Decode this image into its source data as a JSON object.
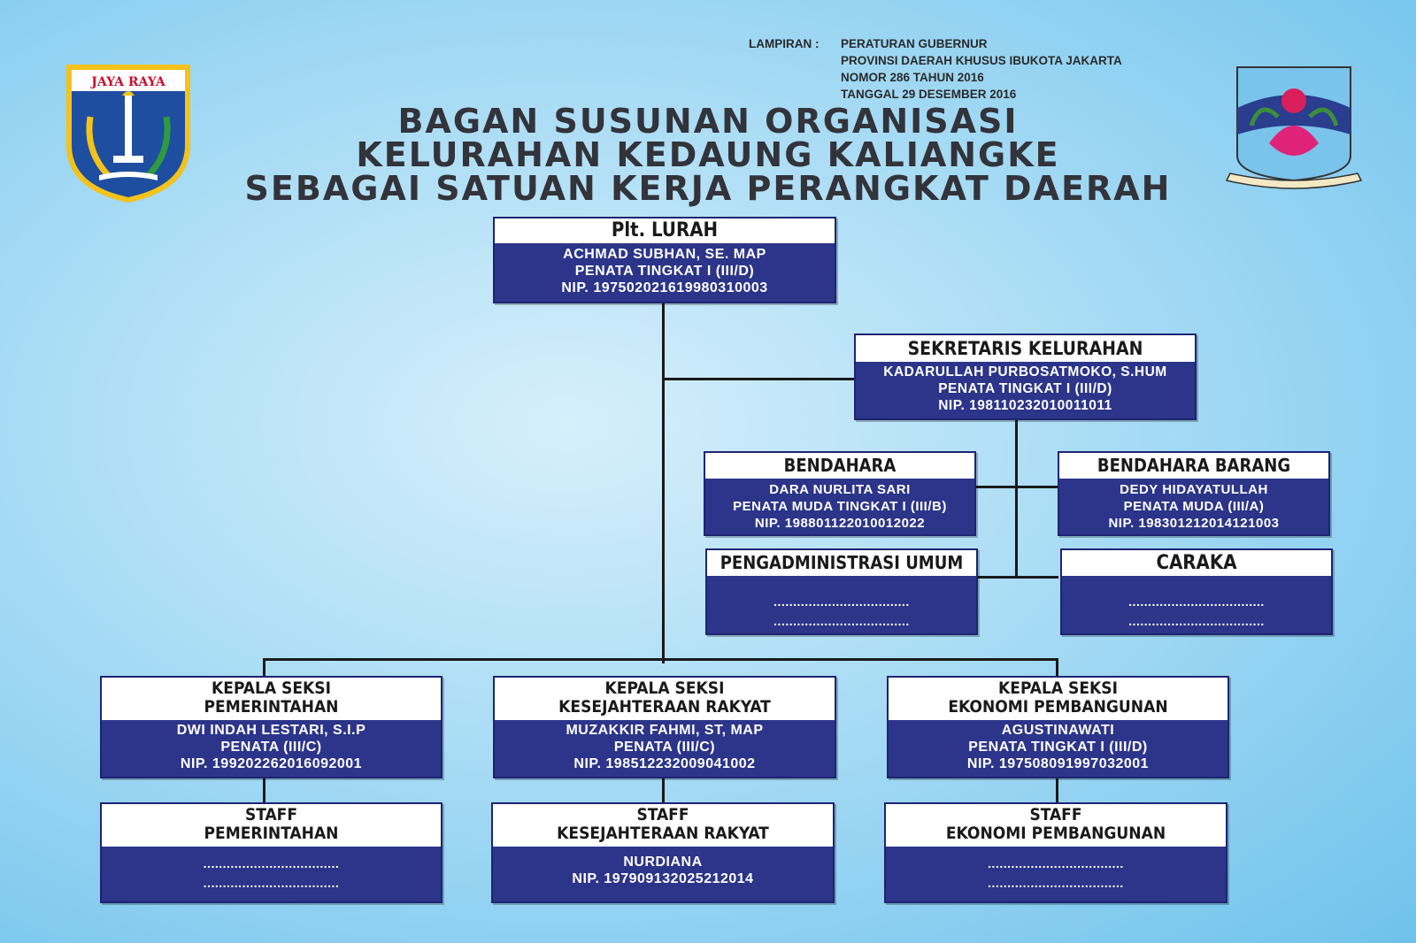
{
  "lampiran": {
    "label": "LAMPIRAN :",
    "lines": [
      "PERATURAN GUBERNUR",
      "PROVINSI DAERAH KHUSUS IBUKOTA JAKARTA",
      "NOMOR 286 TAHUN 2016",
      "TANGGAL 29 DESEMBER 2016"
    ]
  },
  "title": [
    "BAGAN SUSUNAN ORGANISASI",
    "KELURAHAN KEDAUNG KALIANGKE",
    "SEBAGAI SATUAN KERJA PERANGKAT DAERAH"
  ],
  "logo_left": {
    "text": "JAYA  RAYA"
  },
  "colors": {
    "box_fill": "#2c3589",
    "box_header": "#ffffff",
    "connector": "#1a1a1a"
  },
  "lurah": {
    "title": "Plt. LURAH",
    "name": "ACHMAD SUBHAN, SE. MAP",
    "rank": "PENATA TINGKAT I (III/D)",
    "nip": "NIP. 197502021619980310003"
  },
  "sekretaris": {
    "title": "SEKRETARIS KELURAHAN",
    "name": "KADARULLAH PURBOSATMOKO, S.HUM",
    "rank": "PENATA TINGKAT I (III/D)",
    "nip": "NIP. 198110232010011011"
  },
  "bendahara": {
    "title": "BENDAHARA",
    "name": "DARA NURLITA SARI",
    "rank": "PENATA MUDA TINGKAT I (III/B)",
    "nip": "NIP. 198801122010012022"
  },
  "bendahara_barang": {
    "title": "BENDAHARA BARANG",
    "name": "DEDY HIDAYATULLAH",
    "rank": "PENATA MUDA (III/A)",
    "nip": "NIP. 198301212014121003"
  },
  "pengadministrasi": {
    "title": "PENGADMINISTRASI UMUM",
    "line1": "...................................",
    "line2": "..................................."
  },
  "caraka": {
    "title": "CARAKA",
    "line1": "...................................",
    "line2": "..................................."
  },
  "seksi_pem": {
    "title1": "KEPALA SEKSI",
    "title2": "PEMERINTAHAN",
    "name": "DWI INDAH LESTARI, S.I.P",
    "rank": "PENATA (III/C)",
    "nip": "NIP. 199202262016092001"
  },
  "seksi_kesra": {
    "title1": "KEPALA SEKSI",
    "title2": "KESEJAHTERAAN RAKYAT",
    "name": "MUZAKKIR FAHMI, ST, MAP",
    "rank": "PENATA (III/C)",
    "nip": "NIP. 198512232009041002"
  },
  "seksi_ekbang": {
    "title1": "KEPALA SEKSI",
    "title2": "EKONOMI PEMBANGUNAN",
    "name": "AGUSTINAWATI",
    "rank": "PENATA TINGKAT I (III/D)",
    "nip": "NIP. 197508091997032001"
  },
  "staff_pem": {
    "title1": "STAFF",
    "title2": "PEMERINTAHAN",
    "line1": "...................................",
    "line2": "..................................."
  },
  "staff_kesra": {
    "title1": "STAFF",
    "title2": "KESEJAHTERAAN RAKYAT",
    "name": "NURDIANA",
    "nip": "NIP. 197909132025212014"
  },
  "staff_ekbang": {
    "title1": "STAFF",
    "title2": "EKONOMI PEMBANGUNAN",
    "line1": "...................................",
    "line2": "..................................."
  }
}
